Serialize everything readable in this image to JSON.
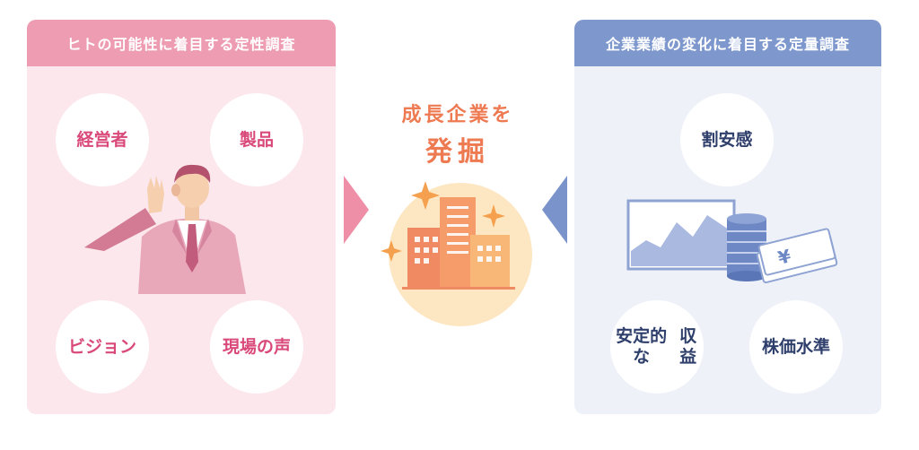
{
  "left_panel": {
    "title": "ヒトの可能性に着目する定性調査",
    "items": [
      "経営者",
      "製品",
      "ビジョン",
      "現場の声"
    ]
  },
  "center": {
    "title_line1": "成長企業を",
    "title_line2": "発掘"
  },
  "right_panel": {
    "title": "企業業績の変化に着目する定量調査",
    "items": {
      "top": "割安感",
      "bottom_left_line1": "安定的な",
      "bottom_left_line2": "収益",
      "bottom_right": "株価水準"
    },
    "yen_symbol": "¥"
  },
  "colors": {
    "pink_accent": "#ee9cb2",
    "pink_text": "#d9497a",
    "blue_accent": "#7e98cd",
    "blue_text": "#2f3f6b",
    "orange_text": "#ee7a52"
  }
}
